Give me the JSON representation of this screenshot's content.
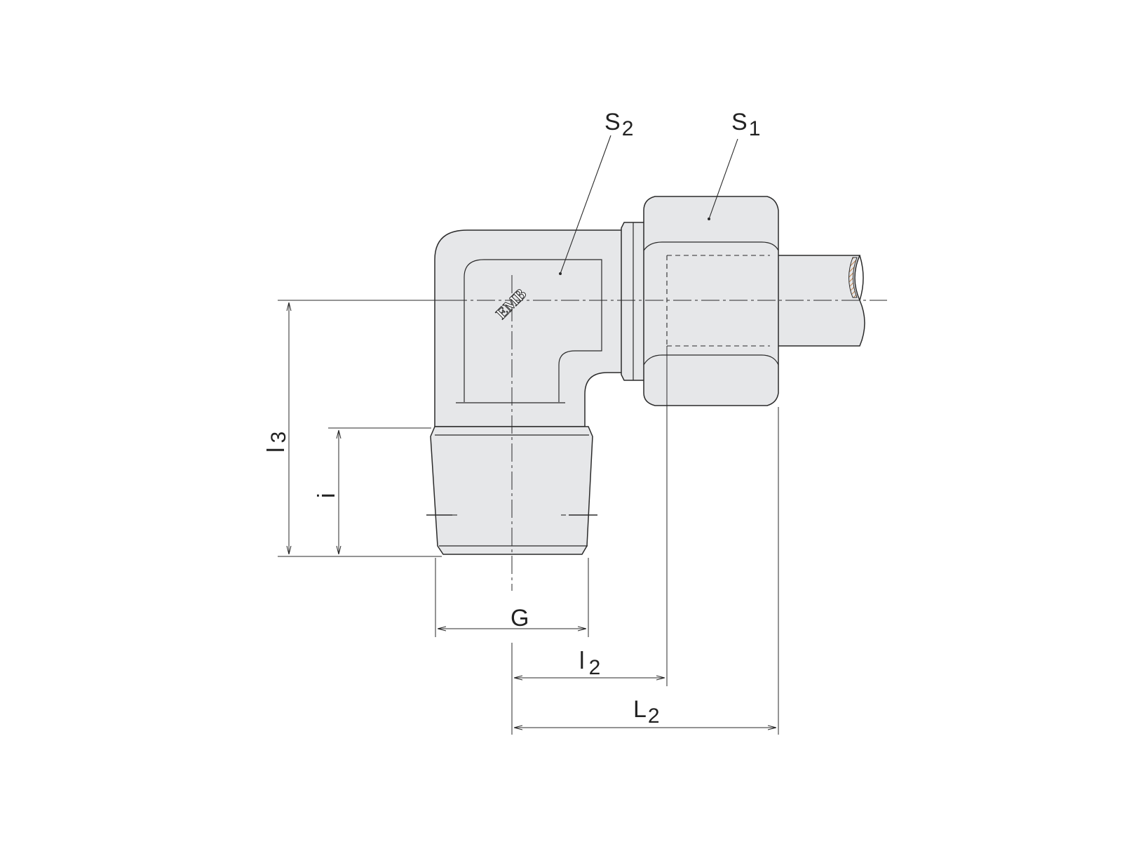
{
  "labels": {
    "s2": {
      "main": "S",
      "sub": "2"
    },
    "s1": {
      "main": "S",
      "sub": "1"
    },
    "l3": {
      "main": "l",
      "sub": "3"
    },
    "i": {
      "main": "i"
    },
    "g": {
      "main": "G"
    },
    "l2": {
      "main": "l",
      "sub": "2"
    },
    "big_l2": {
      "main": "L",
      "sub": "2"
    }
  },
  "logo_text": "EMB",
  "colors": {
    "line": "#2a2a2a",
    "fill": "#e6e7e9",
    "tube_hatch": "#b5651d"
  }
}
